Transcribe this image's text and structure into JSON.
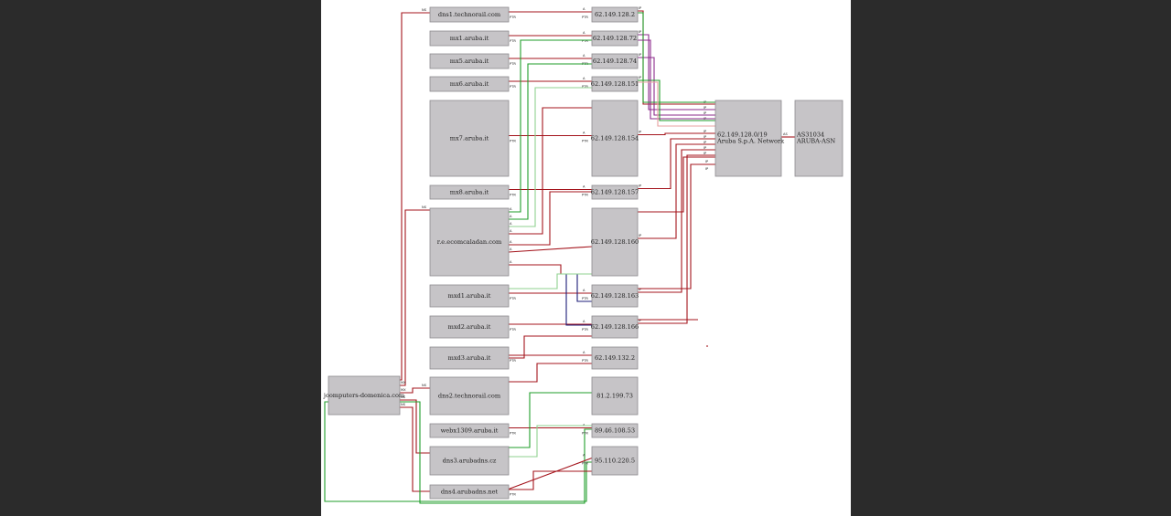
{
  "colors": {
    "background": "#2b2b2b",
    "canvas": "#ffffff",
    "node_fill": "#c6c4c7",
    "edge_red": "#a4141c",
    "edge_green": "#1f9e2a",
    "edge_light_green": "#8fd18f",
    "edge_navy": "#1c1c78",
    "edge_purple": "#8b2a8b",
    "edge_pink": "#e8a0a0"
  },
  "diagram": {
    "nodes": [
      {
        "id": "root",
        "label": "joomputers-domenica.com"
      },
      {
        "id": "ns1",
        "label": "dns1.technorail.com"
      },
      {
        "id": "ms1",
        "label": "mx1.aruba.it"
      },
      {
        "id": "ms2",
        "label": "mx5.aruba.it"
      },
      {
        "id": "ms3",
        "label": "mx6.aruba.it"
      },
      {
        "id": "ms4",
        "label": "mx7.aruba.it"
      },
      {
        "id": "ms5",
        "label": "mx8.aruba.it"
      },
      {
        "id": "www",
        "label": "r.e.ecomcaladan.com"
      },
      {
        "id": "ms6",
        "label": "mxd1.aruba.it"
      },
      {
        "id": "ms7",
        "label": "mxd2.aruba.it"
      },
      {
        "id": "ms8",
        "label": "mxd3.aruba.it"
      },
      {
        "id": "ns2",
        "label": "dns2.technorail.com"
      },
      {
        "id": "web",
        "label": "webx1309.aruba.it"
      },
      {
        "id": "ns3",
        "label": "dns3.arubadns.cz"
      },
      {
        "id": "ns4",
        "label": "dns4.arubadns.net"
      },
      {
        "id": "ip1",
        "label": "62.149.128.2"
      },
      {
        "id": "ip2",
        "label": "62.149.128.72"
      },
      {
        "id": "ip3",
        "label": "62.149.128.74"
      },
      {
        "id": "ip4",
        "label": "62.149.128.151"
      },
      {
        "id": "ip5",
        "label": "62.149.128.154"
      },
      {
        "id": "ip6",
        "label": "62.149.128.157"
      },
      {
        "id": "ip7",
        "label": "62.149.128.160"
      },
      {
        "id": "ip8",
        "label": "62.149.128.163"
      },
      {
        "id": "ip9",
        "label": "62.149.128.166"
      },
      {
        "id": "ip10",
        "label": "62.149.132.2"
      },
      {
        "id": "ip11",
        "label": "81.2.199.73"
      },
      {
        "id": "ip12",
        "label": "89.46.108.53"
      },
      {
        "id": "ip13",
        "label": "95.110.220.5"
      },
      {
        "id": "net",
        "label_lines": [
          "62.149.128.0/19",
          "Aruba S.p.A. Network"
        ]
      },
      {
        "id": "asn",
        "label_lines": [
          "AS31034",
          "ARUBA-ASN"
        ]
      }
    ],
    "edge_labels": {
      "ns": "NS",
      "mx": "MX",
      "ptr": "PTR",
      "a": "A",
      "www": "WWW",
      "asn": "AS",
      "ip": "IP"
    }
  }
}
